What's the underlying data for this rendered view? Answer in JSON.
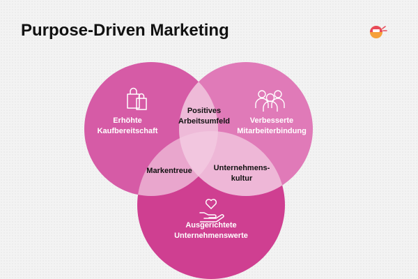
{
  "title": "Purpose-Driven Marketing",
  "colors": {
    "circle_left": "#d65ba6",
    "circle_right": "#e07ab8",
    "circle_bottom": "#cf3f91",
    "overlap_light": "#eebad8",
    "label_dark": "#111111",
    "label_light": "#ffffff",
    "logo_accent": "#e84b5a"
  },
  "icons": {
    "left": "shopping-bags-icon",
    "right": "group-of-people-icon",
    "bottom": "heart-in-hand-icon",
    "logo": "brand-logo-icon"
  },
  "labels": {
    "left_line1": "Erhöhte",
    "left_line2": "Kaufbereitschaft",
    "right_line1": "Verbesserte",
    "right_line2": "Mitarbeiterbindung",
    "bottom_line1": "Ausgerichtete",
    "bottom_line2": "Unternehmenswerte",
    "top_overlap_line1": "Positives",
    "top_overlap_line2": "Arbeitsumfeld",
    "left_bottom_overlap": "Markentreue",
    "right_bottom_overlap_line1": "Unternehmens-",
    "right_bottom_overlap_line2": "kultur"
  }
}
